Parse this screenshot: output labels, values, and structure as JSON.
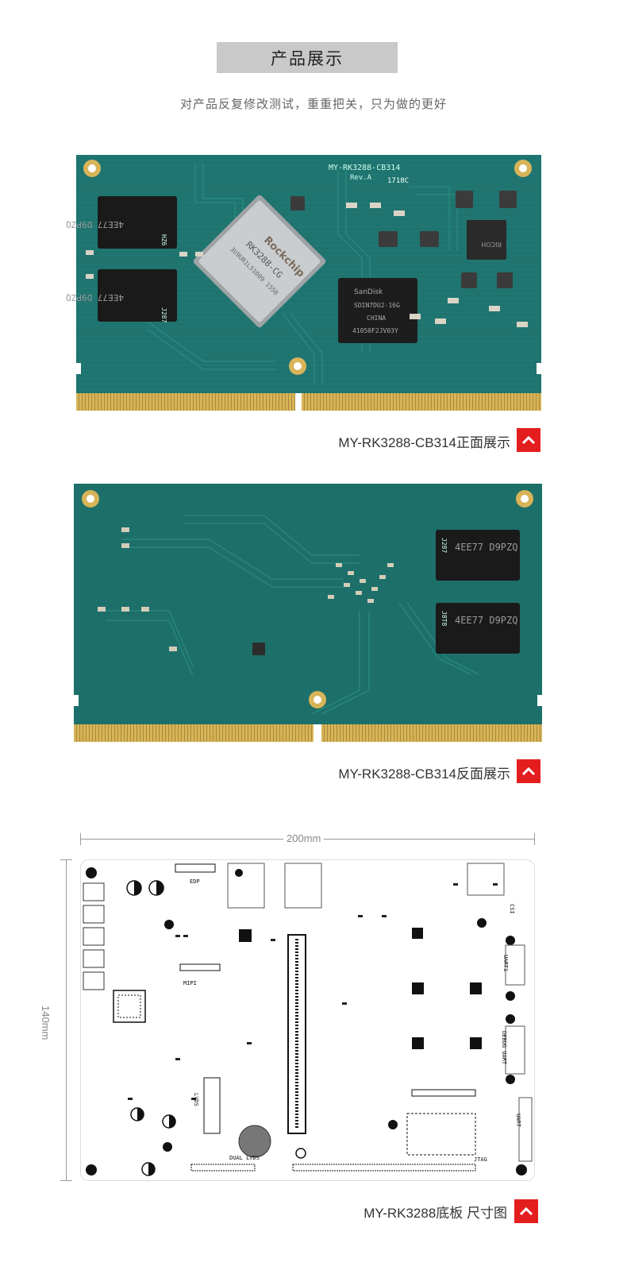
{
  "header": {
    "title": "产品展示",
    "subtitle": "对产品反复修改测试，重重把关，只为做的更好"
  },
  "front": {
    "caption": "MY-RK3288-CB314正面展示",
    "silk_model": "MY-RK3288-CB314",
    "silk_rev": "Rev.A",
    "silk_date": "1718C",
    "soc_brand": "Rockchip",
    "soc_model": "RK3288-CG",
    "soc_code": "3U9UR1L51009 1550",
    "ram_mark": "4EE77 D9PZQ",
    "ram_label_1": "HZ6",
    "ram_label_2": "J287",
    "emmc_brand": "SanDisk",
    "emmc_model": "SDIN7DU2-16G",
    "emmc_country": "CHINA",
    "emmc_code": "41050F2JV03Y",
    "pmic_brand": "RICOH"
  },
  "back": {
    "caption": "MY-RK3288-CB314反面展示",
    "ram_mark": "4EE77 D9PZQ",
    "ram_label_1": "J287",
    "ram_label_2": "J8T8"
  },
  "baseboard": {
    "caption": "MY-RK3288底板 尺寸图",
    "width_label": "200mm",
    "height_label": "140mm",
    "silk_edp": "EDP",
    "silk_mipi": "MIPI",
    "silk_lvds": "LVDS",
    "silk_dual_lvds": "DUAL LVDS",
    "silk_jtag": "JTAG",
    "silk_uart1": "UART1",
    "silk_debug_uart": "DEBUG UART",
    "silk_uart": "UART",
    "silk_csi": "CSI"
  },
  "colors": {
    "accent_red": "#e41e1e",
    "pcb_green": "#1f7470",
    "gold": "#d8b458"
  },
  "icons": {
    "scroll_top": "chevron-up-icon"
  }
}
